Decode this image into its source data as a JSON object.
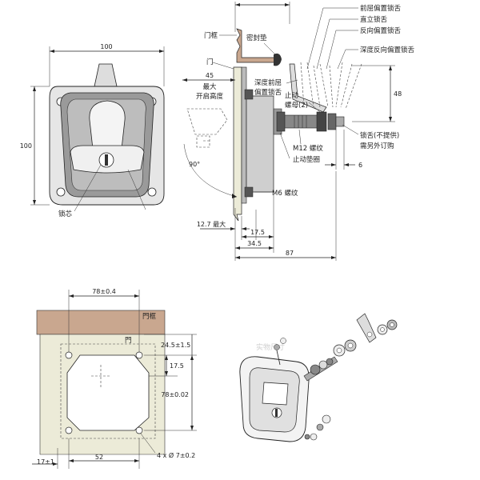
{
  "front_view": {
    "width_dim": "100",
    "height_dim": "100",
    "lock_core_label": "锁芯"
  },
  "side_view": {
    "frame_label": "门框",
    "gasket_label": "密封垫",
    "door_label": "门",
    "max_open_dim": "45",
    "max_open_label_1": "最大",
    "max_open_label_2": "开启高度",
    "deep_front_offset_label_1": "深度前屈",
    "deep_front_offset_label_2": "偏置锁舌",
    "front_offset_tongue": "前屈偏置锁舌",
    "straight_tongue": "直立锁舌",
    "reverse_offset_tongue": "反向偏置锁舌",
    "deep_reverse_offset_tongue": "深度反向偏置锁舌",
    "dim_48": "48",
    "stop_nut_label_1": "止动",
    "stop_nut_label_2": "螺母(2)",
    "m12_label": "M12 螺纹",
    "stop_washer_label": "止动垫圈",
    "m6_label": "M6 螺纹",
    "tongue_note_1": "锁舌(不提供)",
    "tongue_note_2": "需另外订购",
    "dim_6": "6",
    "angle_label": "90°",
    "dim_12_7": "12.7 最大",
    "dim_17_5": "17.5",
    "dim_34_5": "34.5",
    "dim_87": "87"
  },
  "cutout_view": {
    "dim_78_04": "78±0.4",
    "frame_label": "門框",
    "door_label": "門",
    "dim_24_5": "24.5±1.5",
    "dim_17_5": "17.5",
    "dim_78_002": "78±0.02",
    "hole_label": "4 x Ø 7±0.2",
    "dim_17_1": "17±1",
    "dim_52": "52"
  },
  "iso_view": {
    "watermark": "实物尺寸"
  },
  "colors": {
    "frame_fill": "#c9a78f",
    "door_fill": "#ecebd8",
    "gasket_fill": "#d9b6a0",
    "body_fill": "#cfcfcf",
    "dark_fill": "#555555"
  }
}
